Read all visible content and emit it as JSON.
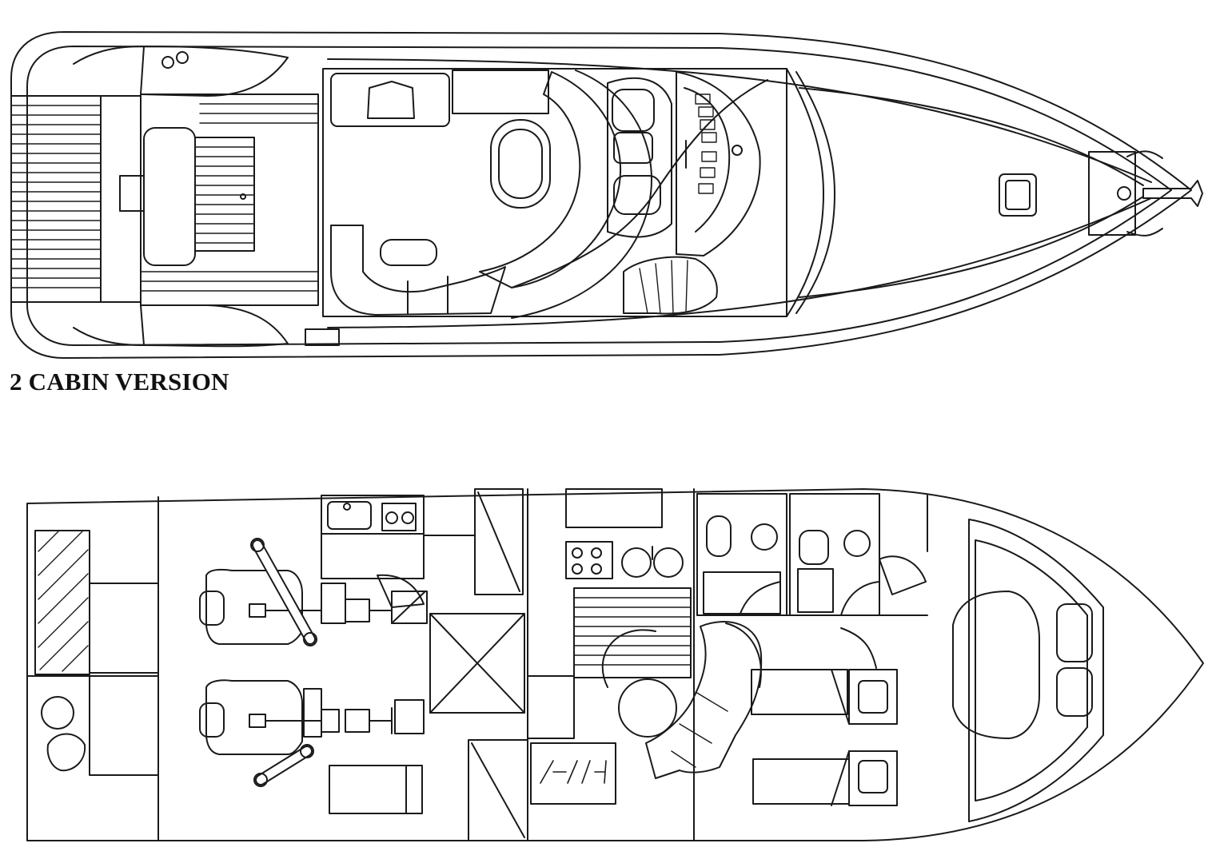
{
  "diagram": {
    "version_label": "2 CABIN VERSION",
    "views": [
      "deck-plan",
      "lower-accommodation-plan"
    ],
    "colors": {
      "line": "#1a1a1a",
      "background": "#ffffff"
    }
  }
}
